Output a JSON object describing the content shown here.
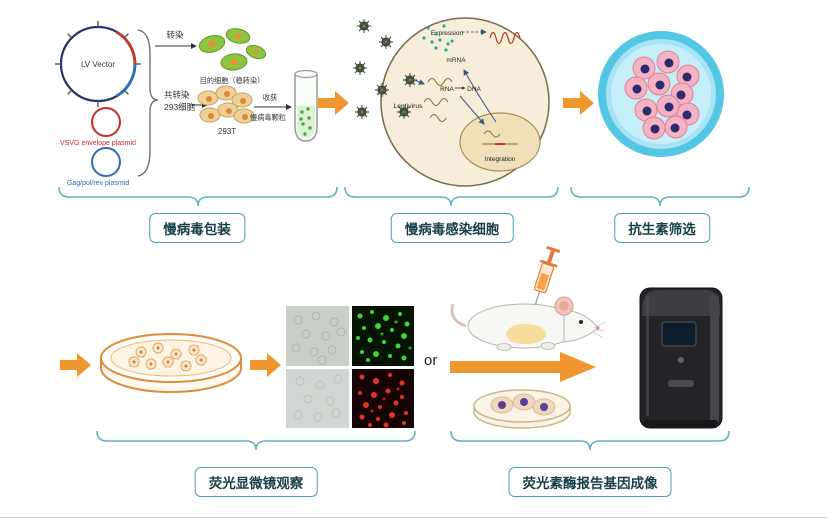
{
  "page": {
    "background": "#ffffff"
  },
  "colors": {
    "arrow_orange": "#f0962e",
    "brace_teal": "#63b1c4",
    "label_border": "#4a9fb5",
    "label_text": "#173f49",
    "plasmid_vector": "#24356b",
    "plasmid_vsvg": "#cc2a2a",
    "plasmid_gag": "#2f6fb5",
    "dish_cyan": "#52c6e3",
    "cell_pink": "#f4b3c2",
    "nucleus_purple": "#2e2a6e"
  },
  "top_row": {
    "packaging": {
      "lv_vector_label": "LV Vector",
      "vsvg_label": "VSVG envelope plasmid",
      "gag_label": "Gag/pol/rev plasmid",
      "transfection_label": "转染",
      "stable_cells_label": "目的细胞（稳转染）",
      "cotransfection_line1": "共转染",
      "cotransfection_line2": "293细胞",
      "cells_293t_label": "293T",
      "harvest_line1": "收获",
      "harvest_line2": "慢病毒颗粒"
    },
    "infection_cell": {
      "expression_label": "Expression",
      "mrna_label": "mRNA",
      "rna_label": "RNA",
      "dna_label": "DNA",
      "lentivirus_label": "Lentivirus",
      "integration_label": "Integration"
    }
  },
  "stage_labels": {
    "packaging": "慢病毒包装",
    "infection": "慢病毒感染细胞",
    "selection": "抗生素筛选",
    "microscopy": "荧光显微镜观察",
    "luciferase_imaging": "荧光素酶报告基因成像"
  },
  "bottom_row": {
    "or_label": "or"
  }
}
